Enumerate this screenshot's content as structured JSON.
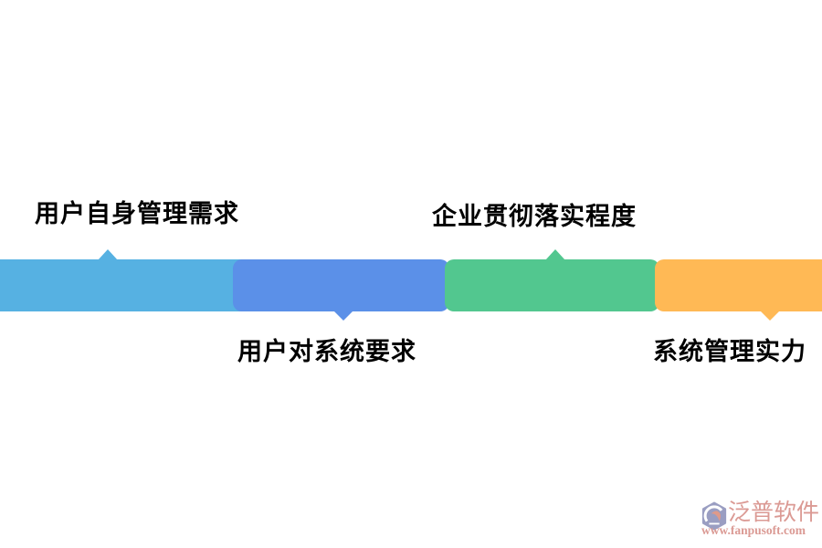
{
  "diagram": {
    "type": "segmented-bar-with-callouts",
    "background": "#ffffff",
    "label_color": "#000000",
    "segments": [
      {
        "id": "seg-1",
        "label": "用户自身管理需求",
        "label_side": "top",
        "color": "#56B1E2"
      },
      {
        "id": "seg-2",
        "label": "用户对系统要求",
        "label_side": "bottom",
        "color": "#5B90E8"
      },
      {
        "id": "seg-3",
        "label": "企业贯彻落实程度",
        "label_side": "top",
        "color": "#52C78F"
      },
      {
        "id": "seg-4",
        "label": "系统管理实力",
        "label_side": "bottom",
        "color": "#FFB955"
      }
    ]
  },
  "watermark": {
    "brand": "泛普软件",
    "url": "www.fanpusoft.com",
    "text_color": "#DB9A94",
    "logo_badge_color": "#9A9EC2",
    "logo_accent_color": "#DF9A8A"
  }
}
